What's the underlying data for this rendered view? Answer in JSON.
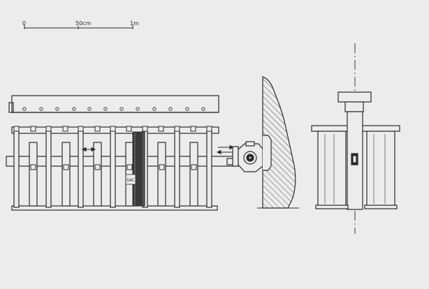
{
  "scale_bar": {
    "label_start": "0",
    "label_mid": "50cm",
    "label_end": "1m"
  },
  "sack_label": "SAC",
  "colors": {
    "paper": "#ececec",
    "ink": "#2a2a2a",
    "sack_fill": "#3a3a3a"
  }
}
